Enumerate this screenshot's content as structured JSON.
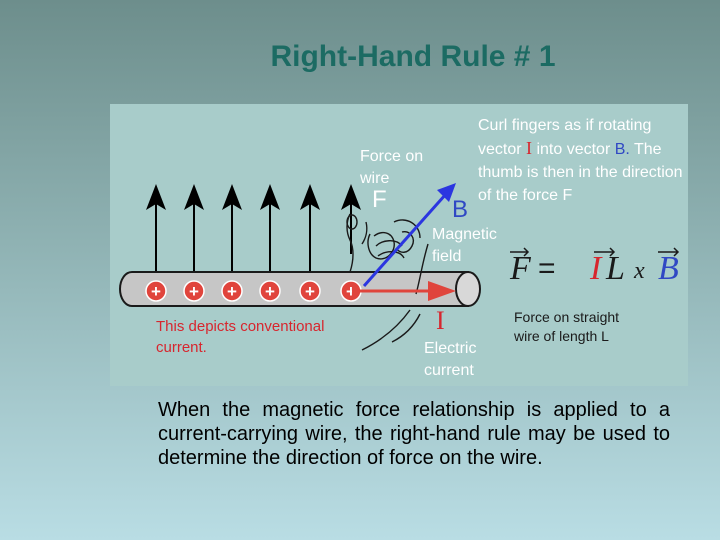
{
  "title": "Right-Hand Rule # 1",
  "rule_text": {
    "part1": "Curl fingers as if rotating vector ",
    "vec_i": "I",
    "part2": " into vector ",
    "vec_b": "B.",
    "part3": " The thumb is then in the direction of the force F"
  },
  "labels": {
    "force_on_wire": "Force on wire",
    "force_letter": "F",
    "b_letter": "B",
    "magnetic_field": "Magnetic field",
    "current_letter": "I",
    "electric_current": "Electric current",
    "conventional_current": "This depicts conventional current.",
    "force_straight_wire": "Force on straight wire of length L",
    "charge_symbol": "+"
  },
  "formula": {
    "F": "F",
    "equals": "=",
    "I": "I",
    "L": "L",
    "x": "x",
    "B": "B"
  },
  "description": "When the magnetic force relationship is applied to a current-carrying wire, the right-hand rule may be used to determine the direction of force on the wire.",
  "colors": {
    "teal_title": "#1c6b63",
    "red": "#d7262e",
    "blue": "#3048c4",
    "panel_bg": "#a8ccca"
  }
}
